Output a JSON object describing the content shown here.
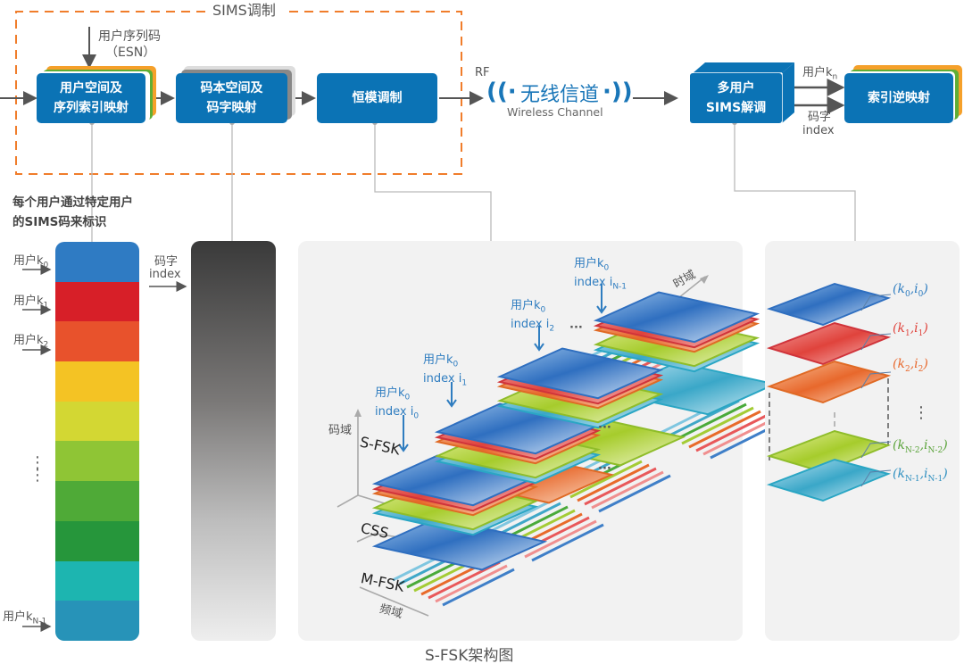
{
  "sims_region": {
    "title": "SIMS调制",
    "border_color": "#f07d2b"
  },
  "input": {
    "esn_label_line1": "用户序列码",
    "esn_label_line2": "（ESN）"
  },
  "blocks": {
    "user_space": {
      "line1": "用户空间及",
      "line2": "序列索引映射"
    },
    "codebook": {
      "line1": "码本空间及",
      "line2": "码字映射"
    },
    "constant_mod": {
      "label": "恒模调制"
    },
    "demod": {
      "line1": "多用户",
      "line2": "SIMS解调"
    },
    "inverse": {
      "label": "索引逆映射"
    }
  },
  "channel": {
    "rf_label": "RF",
    "title_cn": "无线信道",
    "title_en": "Wireless Channel"
  },
  "demod_outputs": {
    "user_label": "用户k",
    "user_sub": "n",
    "index_line1": "码字",
    "index_line2": "index"
  },
  "user_panel": {
    "caption_line1": "每个用户通过特定用户",
    "caption_line2": "的SIMS码来标识",
    "users": [
      {
        "label": "用户k",
        "sub": "0"
      },
      {
        "label": "用户k",
        "sub": "1"
      },
      {
        "label": "用户k",
        "sub": "2"
      },
      {
        "label": "用户k",
        "sub": "N-1"
      }
    ],
    "ellipsis": "⋮",
    "colors": [
      "#2f7bc3",
      "#d71f28",
      "#e8522c",
      "#f4c324",
      "#d3d733",
      "#8fc535",
      "#4faa37",
      "#26963b",
      "#1db5b0",
      "#2793b8"
    ]
  },
  "codeword_panel": {
    "label_line1": "码字",
    "label_line2": "index"
  },
  "sfsk_panel": {
    "axis_code": "码域",
    "axis_time": "时域",
    "axis_freq": "频域",
    "layer_sfsk": "S-FSK",
    "layer_css": "CSS",
    "layer_mfsk": "M-FSK",
    "ellipsis": "···",
    "stacks": [
      {
        "user": "用户k",
        "user_sub": "0",
        "index": "index i",
        "index_sub": "0"
      },
      {
        "user": "用户k",
        "user_sub": "0",
        "index": "index i",
        "index_sub": "1"
      },
      {
        "user": "用户k",
        "user_sub": "0",
        "index": "index i",
        "index_sub": "2"
      },
      {
        "user": "用户k",
        "user_sub": "0",
        "index": "index i",
        "index_sub": "N-1"
      }
    ]
  },
  "layers_panel": {
    "items": [
      {
        "k": "k",
        "ks": "0",
        "i": "i",
        "is": "0",
        "color": "#2f7dc0"
      },
      {
        "k": "k",
        "ks": "1",
        "i": "i",
        "is": "1",
        "color": "#e0433c"
      },
      {
        "k": "k",
        "ks": "2",
        "i": "i",
        "is": "2",
        "color": "#e8682c"
      },
      {
        "k": "k",
        "ks": "N-2",
        "i": "i",
        "is": "N-2",
        "color": "#5aa33a"
      },
      {
        "k": "k",
        "ks": "N-1",
        "i": "i",
        "is": "N-1",
        "color": "#2e8fc0"
      }
    ],
    "ellipsis": "⋮"
  },
  "figure_caption": "S-FSK架构图"
}
